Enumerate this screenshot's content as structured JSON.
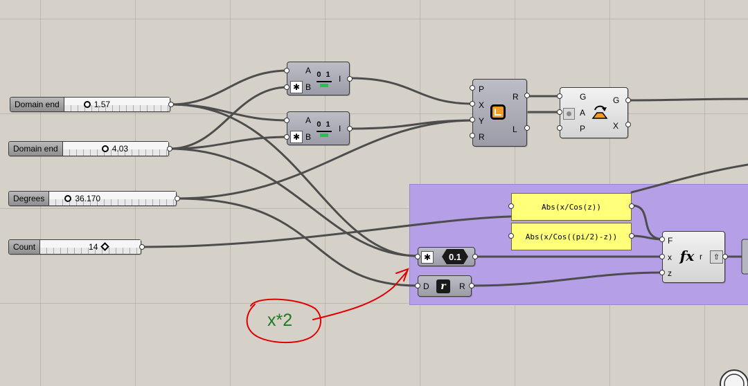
{
  "sliders": [
    {
      "label": "Domain end",
      "value": "1.57"
    },
    {
      "label": "Domain end",
      "value": "4.03"
    },
    {
      "label": "Degrees",
      "value": "36.170"
    },
    {
      "label": "Count",
      "value": "14"
    }
  ],
  "gate1": {
    "in_a": "A",
    "in_b": "B",
    "out": "I",
    "icon_text": "0 1"
  },
  "gate2": {
    "in_a": "A",
    "in_b": "B",
    "out": "I",
    "icon_text": "0 1"
  },
  "rect": {
    "in_p": "P",
    "in_x": "X",
    "in_y": "Y",
    "in_r": "R",
    "out_r": "R",
    "out_l": "L"
  },
  "rotate": {
    "in_g": "G",
    "in_a": "A",
    "in_p": "P",
    "out_g": "G",
    "out_x": "X"
  },
  "panels": [
    {
      "text": "Abs(x/Cos(z))"
    },
    {
      "text": "Abs(x/Cos((pi/2)-z))"
    }
  ],
  "number": {
    "value": "0.1"
  },
  "radians": {
    "in_d": "D",
    "out_r": "R"
  },
  "evaluate": {
    "in_f": "F",
    "in_x": "x",
    "in_z": "z",
    "out_r": "r"
  },
  "annotation": {
    "text": "x*2"
  },
  "colors": {
    "canvas": "#d5d1c9",
    "group": "#b59fe6",
    "panel": "#ffff7a",
    "wire": "#4d4d4d",
    "annotation_stroke": "#e00000",
    "annotation_text": "#1f7a1f"
  }
}
